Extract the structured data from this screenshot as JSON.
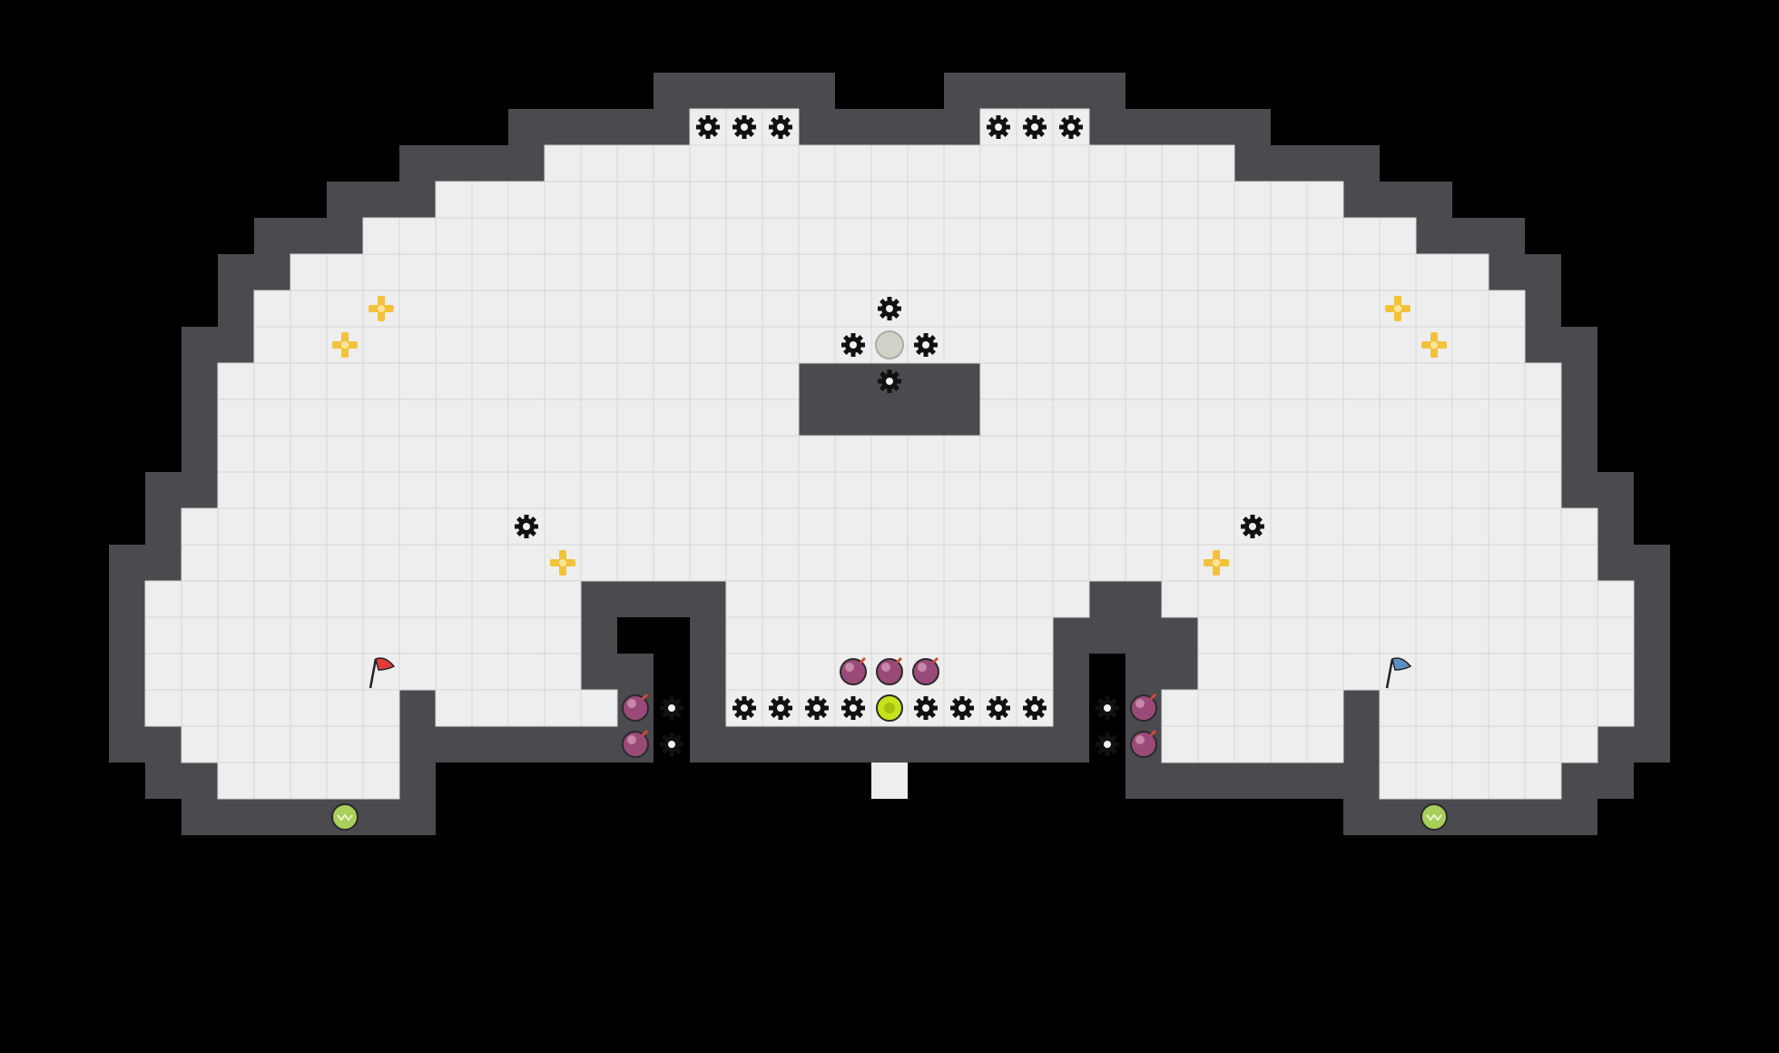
{
  "map": {
    "cols": 49,
    "rows": 29,
    "wall_color": "#4a4a4f",
    "floor_color": "#eeeeee",
    "grid_color": "#d6d6d6",
    "background": "#000000",
    "floor_rows": [
      [
        [
          19,
          21
        ],
        [
          27,
          29
        ]
      ],
      [
        [
          15,
          33
        ]
      ],
      [
        [
          12,
          36
        ]
      ],
      [
        [
          10,
          38
        ]
      ],
      [
        [
          8,
          40
        ]
      ],
      [
        [
          7,
          41
        ]
      ],
      [
        [
          7,
          41
        ]
      ],
      [
        [
          6,
          42
        ]
      ],
      [
        [
          6,
          42
        ]
      ],
      [
        [
          6,
          42
        ]
      ],
      [
        [
          6,
          42
        ]
      ],
      [
        [
          5,
          43
        ]
      ],
      [
        [
          5,
          43
        ]
      ],
      [
        [
          4,
          15
        ],
        [
          20,
          32
        ],
        [
          33,
          44
        ]
      ],
      [
        [
          4,
          15
        ],
        [
          20,
          28
        ],
        [
          33,
          44
        ]
      ],
      [
        [
          4,
          15
        ],
        [
          20,
          28
        ],
        [
          33,
          44
        ]
      ],
      [
        [
          4,
          10
        ],
        [
          12,
          17
        ],
        [
          20,
          28
        ],
        [
          31,
          36
        ],
        [
          38,
          44
        ]
      ],
      [
        [
          5,
          10
        ],
        [
          32,
          36
        ],
        [
          38,
          43
        ]
      ],
      [
        [
          6,
          10
        ],
        [
          38,
          42
        ]
      ]
    ],
    "inner_walls": [
      [
        17,
        17,
        17,
        19
      ],
      [
        19,
        19,
        19,
        19
      ],
      [
        29,
        29,
        29,
        31
      ],
      [
        29,
        29,
        31,
        31
      ],
      [
        22,
        22,
        23,
        26
      ],
      [
        26,
        26,
        23,
        26
      ],
      [
        22,
        26,
        10,
        11
      ],
      [
        30,
        31,
        16,
        19
      ],
      [
        18,
        19,
        17,
        19
      ],
      [
        29,
        30,
        17,
        19
      ]
    ],
    "flag_red": "#e03a3a",
    "flag_blue": "#5b8fc4"
  },
  "pieces": {
    "saw_blade_icon": [
      [
        19,
        3
      ],
      [
        20,
        3
      ],
      [
        21,
        3
      ],
      [
        27,
        3
      ],
      [
        28,
        3
      ],
      [
        29,
        3
      ],
      [
        24,
        8
      ],
      [
        23,
        9
      ],
      [
        25,
        9
      ],
      [
        24,
        10
      ],
      [
        14,
        14
      ],
      [
        34,
        14
      ],
      [
        18,
        19
      ],
      [
        18,
        20
      ],
      [
        30,
        19
      ],
      [
        30,
        20
      ],
      [
        20,
        19
      ],
      [
        21,
        19
      ],
      [
        22,
        19
      ],
      [
        23,
        19
      ],
      [
        25,
        19
      ],
      [
        26,
        19
      ],
      [
        27,
        19
      ],
      [
        28,
        19
      ]
    ],
    "plus_gem_icon": [
      [
        10,
        8
      ],
      [
        9,
        9
      ],
      [
        38,
        8
      ],
      [
        39,
        9
      ],
      [
        15,
        15
      ],
      [
        33,
        15
      ]
    ],
    "bomb_icon": [
      [
        23,
        18
      ],
      [
        24,
        18
      ],
      [
        25,
        18
      ],
      [
        17,
        19
      ],
      [
        17,
        20
      ],
      [
        31,
        19
      ],
      [
        31,
        20
      ]
    ],
    "goal_orb_icon": [
      [
        24,
        19
      ]
    ],
    "spawn_disk_icon": [
      [
        24,
        9
      ]
    ],
    "green_coin_icon": [
      [
        9,
        22
      ],
      [
        39,
        22
      ]
    ],
    "red_flag_icon": [
      [
        10,
        18
      ]
    ],
    "blue_flag_icon": [
      [
        38,
        18
      ]
    ],
    "floor_patch": [
      [
        24,
        21
      ]
    ]
  }
}
